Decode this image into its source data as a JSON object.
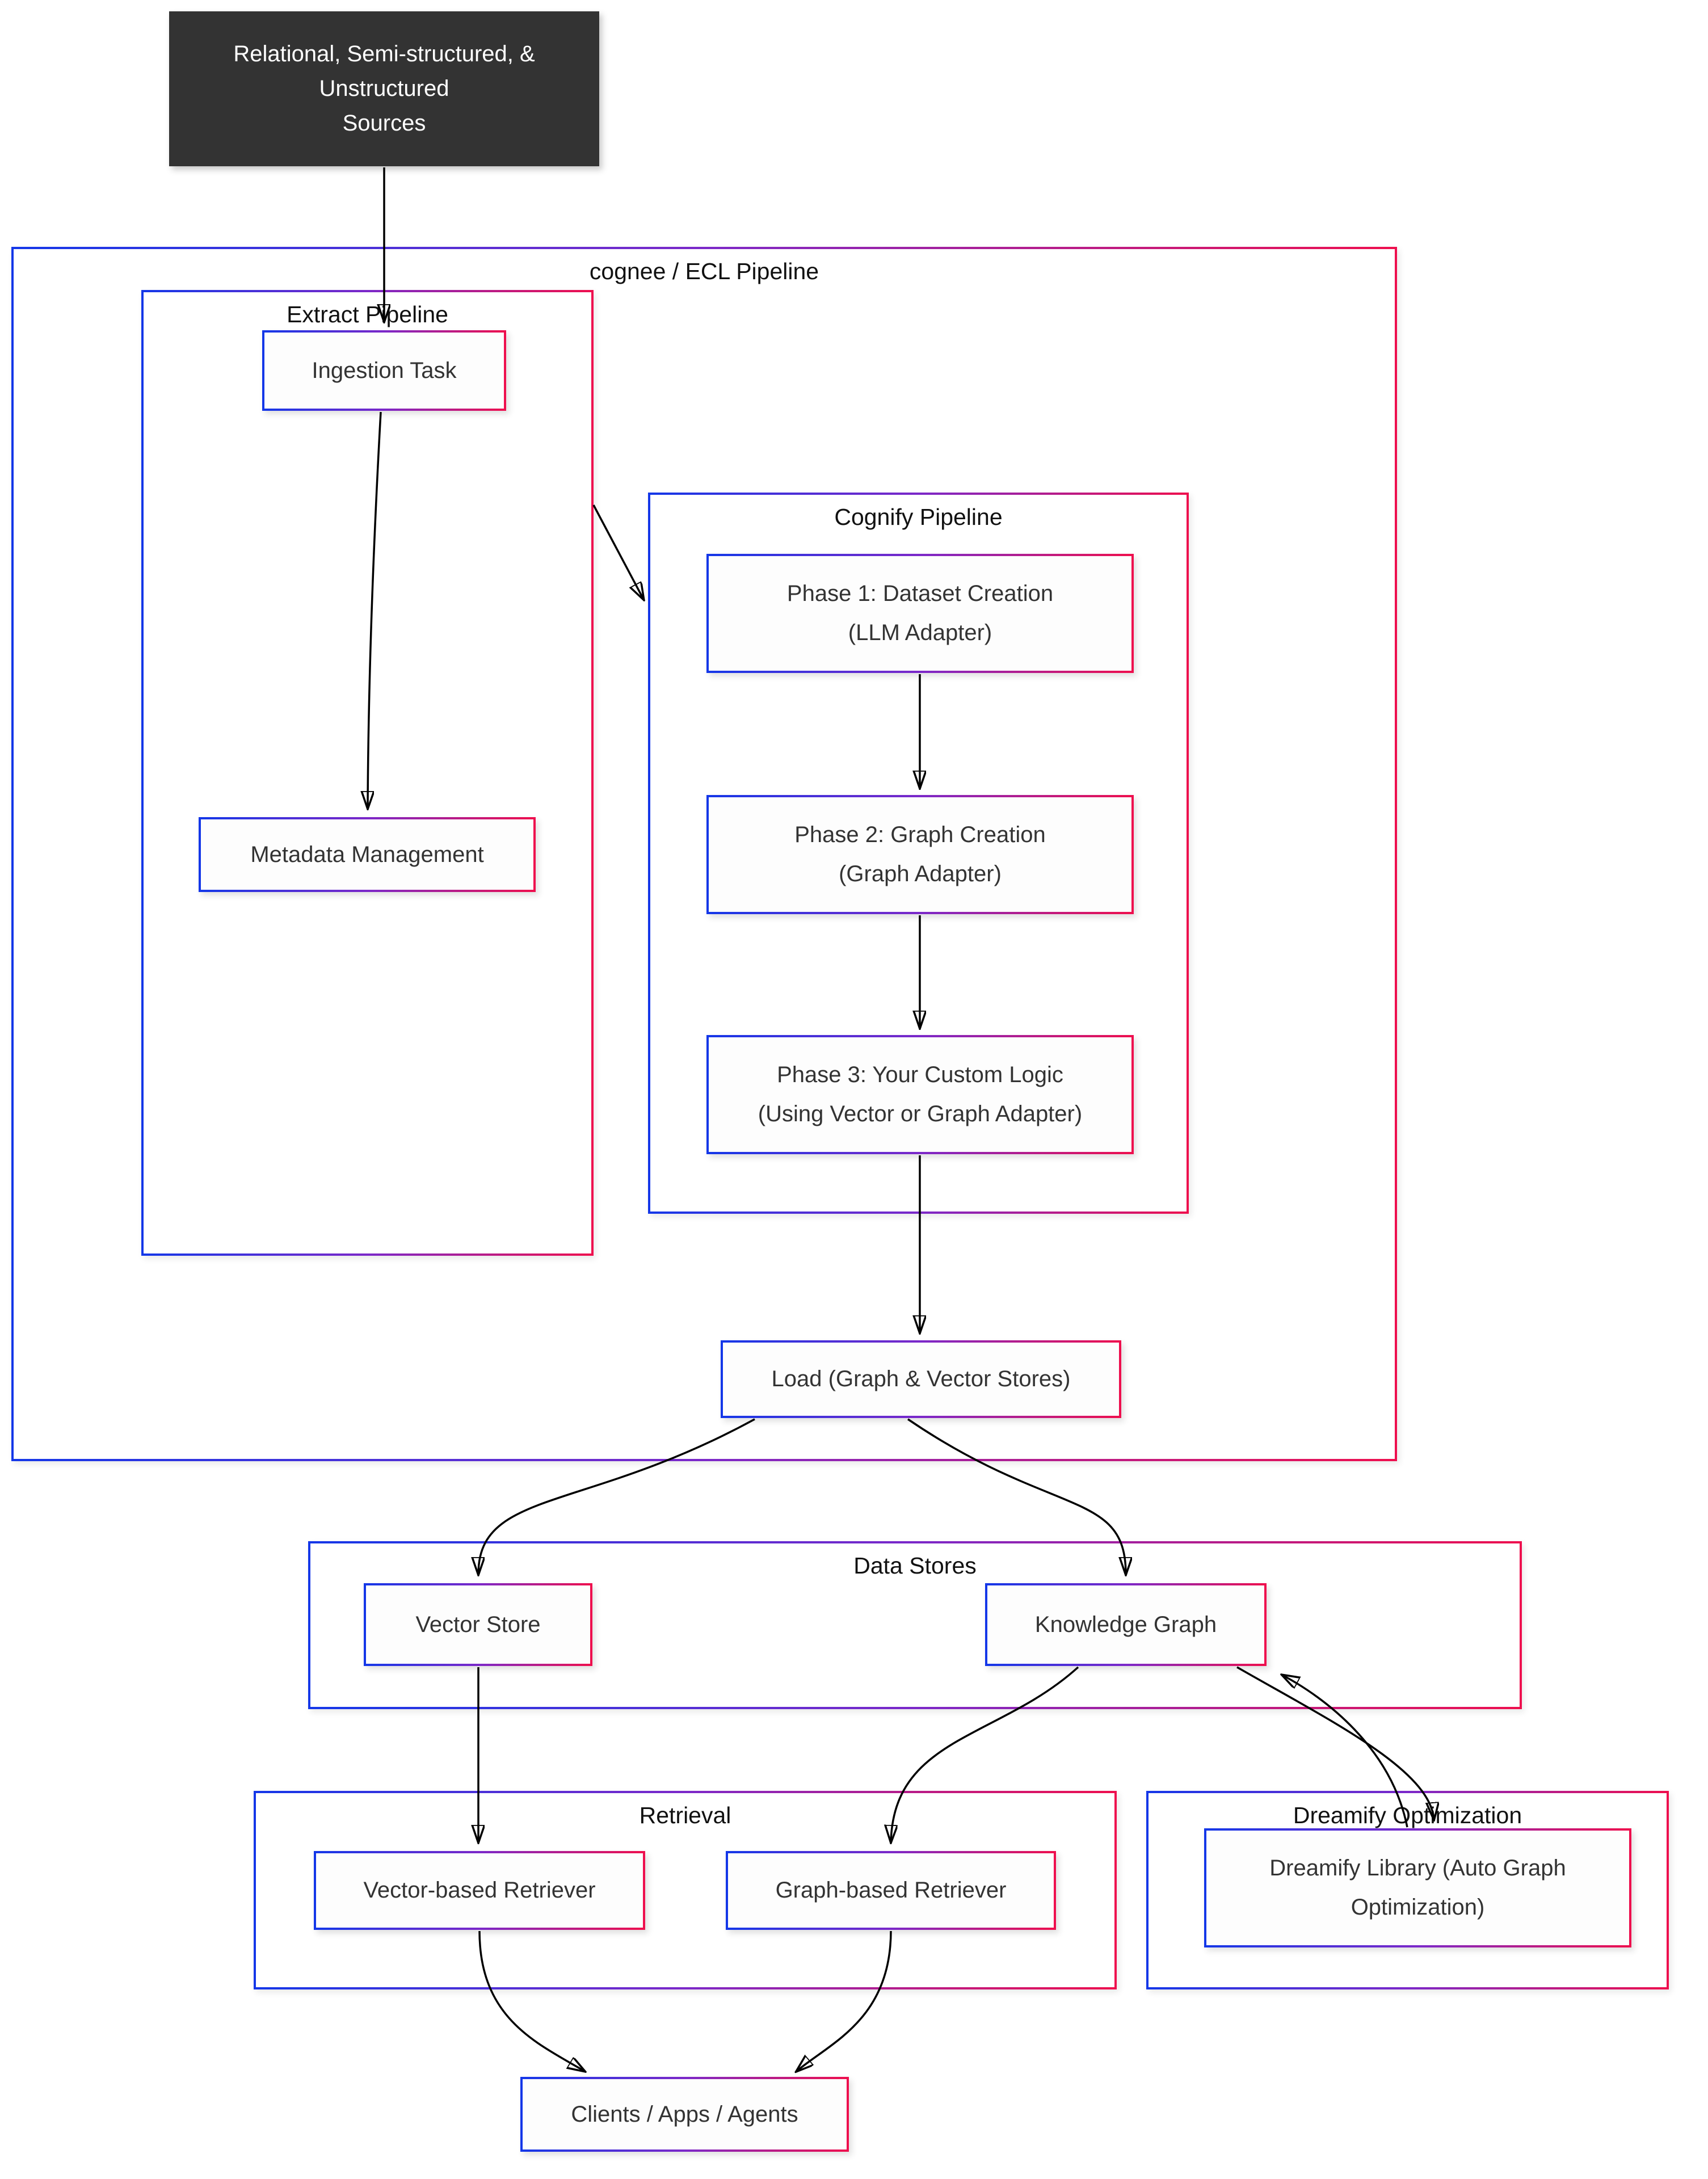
{
  "diagram": {
    "title": "cognee / ECL Pipeline flowchart",
    "colors": {
      "background": "#ffffff",
      "border_gradient_left": "#1437e8",
      "border_gradient_mid": "#7b28c9",
      "border_gradient_right": "#ee0f4e",
      "node_fill": "#fdfdfd",
      "dark_node_fill": "#333333",
      "dark_node_text": "#ffffff",
      "node_text": "#333333",
      "container_label_text": "#111111",
      "edge_stroke": "#000000"
    },
    "containers": {
      "ecl": {
        "label": "cognee / ECL Pipeline"
      },
      "extract": {
        "label": "Extract Pipeline"
      },
      "cognify": {
        "label": "Cognify Pipeline"
      },
      "data_stores": {
        "label": "Data Stores"
      },
      "retrieval": {
        "label": "Retrieval"
      },
      "dreamify": {
        "label": "Dreamify Optimization"
      }
    },
    "nodes": {
      "sources": {
        "line1": "Relational, Semi-structured, &",
        "line2": "Unstructured",
        "line3": "Sources"
      },
      "ingestion": {
        "label": "Ingestion Task"
      },
      "metadata": {
        "label": "Metadata Management"
      },
      "phase1": {
        "line1": "Phase 1: Dataset Creation",
        "line2": "(LLM Adapter)"
      },
      "phase2": {
        "line1": "Phase 2: Graph Creation",
        "line2": "(Graph Adapter)"
      },
      "phase3": {
        "line1": "Phase 3: Your Custom Logic",
        "line2": "(Using Vector or Graph Adapter)"
      },
      "load": {
        "label": "Load (Graph & Vector Stores)"
      },
      "vector_store": {
        "label": "Vector Store"
      },
      "knowledge_graph": {
        "label": "Knowledge Graph"
      },
      "vector_retriever": {
        "label": "Vector-based Retriever"
      },
      "graph_retriever": {
        "label": "Graph-based Retriever"
      },
      "dreamify_library": {
        "line1": "Dreamify Library (Auto Graph",
        "line2": "Optimization)"
      },
      "clients": {
        "label": "Clients / Apps / Agents"
      }
    },
    "edges": [
      "Sources -> Ingestion Task",
      "Ingestion Task -> Metadata Management",
      "Extract Pipeline -> Cognify Pipeline",
      "Phase 1 -> Phase 2",
      "Phase 2 -> Phase 3",
      "Phase 3 -> Load",
      "Load -> Vector Store",
      "Load -> Knowledge Graph",
      "Vector Store -> Vector-based Retriever",
      "Knowledge Graph -> Graph-based Retriever",
      "Knowledge Graph -> Dreamify Library",
      "Dreamify Library -> Knowledge Graph",
      "Vector-based Retriever -> Clients / Apps / Agents",
      "Graph-based Retriever -> Clients / Apps / Agents"
    ]
  }
}
